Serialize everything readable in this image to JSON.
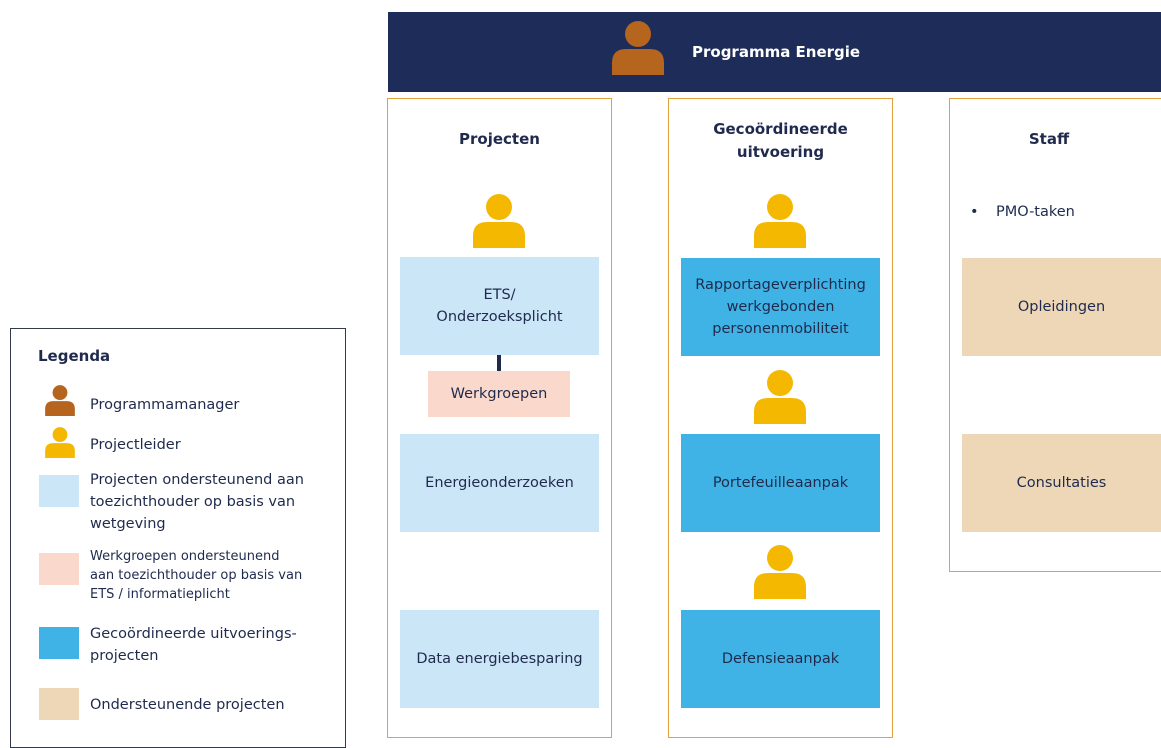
{
  "header": {
    "title": "Programma Energie"
  },
  "columns": {
    "projecten": {
      "title": "Projecten",
      "boxes": [
        "ETS/\nOnderzoeksplicht",
        "Werkgroepen",
        "Energieonderzoeken",
        "Data energiebesparing"
      ]
    },
    "gecoord": {
      "title": "Gecoördineerde\nuitvoering",
      "boxes": [
        "Rapportageverplichting\nwerkgebonden\npersonenmobiliteit",
        "Portefeuilleaanpak",
        "Defensieaanpak"
      ]
    },
    "staff": {
      "title": "Staff",
      "bullet": "PMO-taken",
      "boxes": [
        "Opleidingen",
        "Consultaties"
      ]
    }
  },
  "legend": {
    "title": "Legenda",
    "items": [
      "Programmamanager",
      "Projectleider",
      "Projecten ondersteunend aan\ntoezichthouder op basis van\nwetgeving",
      "Werkgroepen ondersteunend\naan toezichthouder op basis van\nETS / informatieplicht",
      "Gecoördineerde uitvoerings-\nprojecten",
      "Ondersteunende projecten"
    ]
  },
  "colors": {
    "header_bg": "#1e2c59",
    "frame": "#e0a23d",
    "programmamanager": "#b5651d",
    "projectleider": "#f5b800",
    "light_blue": "#cbe6f7",
    "mid_blue": "#3fb3e5",
    "peach": "#fad9cc",
    "tan": "#eed7b7"
  },
  "icons": {
    "manager": "person-icon",
    "leader": "person-icon"
  }
}
